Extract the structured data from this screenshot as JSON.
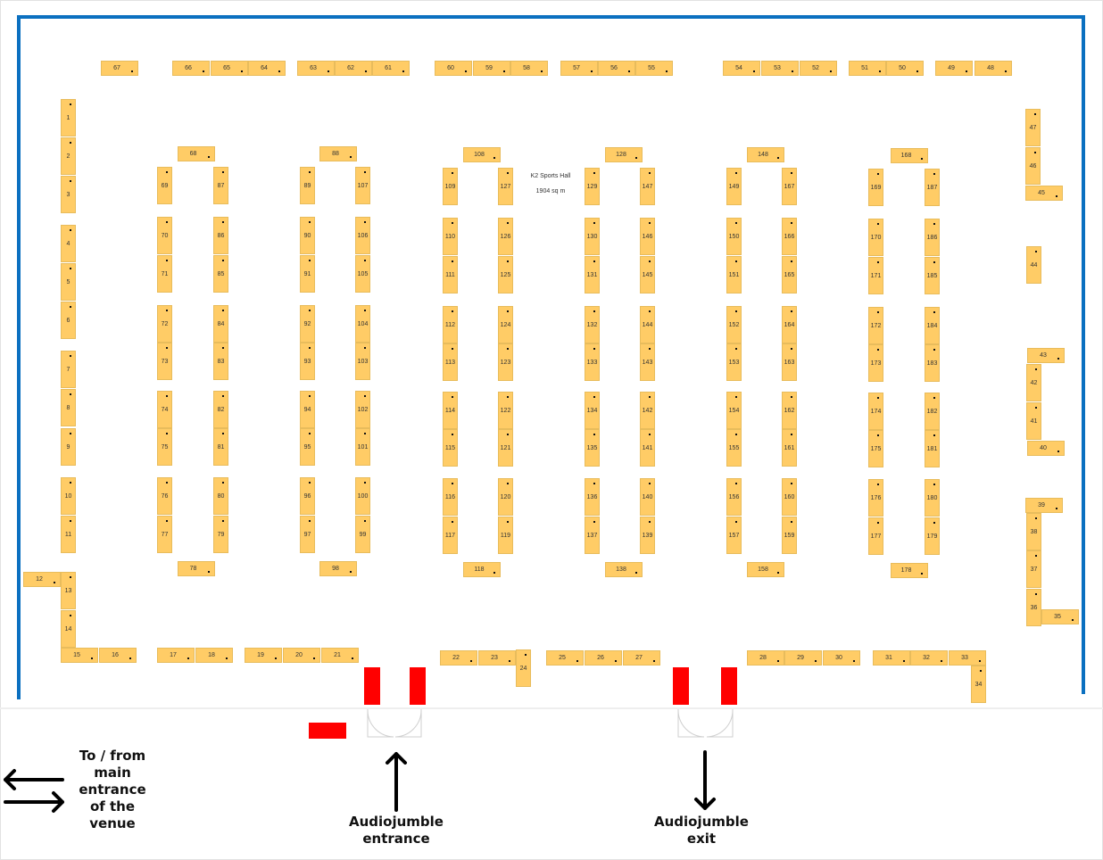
{
  "hall": {
    "name": "K2 Sports Hall",
    "area": "1904 sq m"
  },
  "booths": [
    "1",
    "2",
    "3",
    "4",
    "5",
    "6",
    "7",
    "8",
    "9",
    "10",
    "11",
    "12",
    "13",
    "14",
    "15",
    "16",
    "17",
    "18",
    "19",
    "20",
    "21",
    "22",
    "23",
    "24",
    "25",
    "26",
    "27",
    "28",
    "29",
    "30",
    "31",
    "32",
    "33",
    "34",
    "35",
    "36",
    "37",
    "38",
    "39",
    "40",
    "41",
    "42",
    "43",
    "44",
    "45",
    "46",
    "47",
    "48",
    "49",
    "50",
    "51",
    "52",
    "53",
    "54",
    "55",
    "56",
    "57",
    "58",
    "59",
    "60",
    "61",
    "62",
    "63",
    "64",
    "65",
    "66",
    "67",
    "68",
    "69",
    "70",
    "71",
    "72",
    "73",
    "74",
    "75",
    "76",
    "77",
    "78",
    "79",
    "80",
    "81",
    "82",
    "83",
    "84",
    "85",
    "86",
    "87",
    "88",
    "89",
    "90",
    "91",
    "92",
    "93",
    "94",
    "95",
    "96",
    "97",
    "98",
    "99",
    "100",
    "101",
    "102",
    "103",
    "104",
    "105",
    "106",
    "107",
    "108",
    "109",
    "110",
    "111",
    "112",
    "113",
    "114",
    "115",
    "116",
    "117",
    "118",
    "119",
    "120",
    "121",
    "122",
    "123",
    "124",
    "125",
    "126",
    "127",
    "128",
    "129",
    "130",
    "131",
    "132",
    "133",
    "134",
    "135",
    "136",
    "137",
    "138",
    "139",
    "140",
    "141",
    "142",
    "143",
    "144",
    "145",
    "146",
    "147",
    "148",
    "149",
    "150",
    "151",
    "152",
    "153",
    "154",
    "155",
    "156",
    "157",
    "158",
    "159",
    "160",
    "161",
    "162",
    "163",
    "164",
    "165",
    "166",
    "167",
    "168",
    "169",
    "170",
    "171",
    "172",
    "173",
    "174",
    "175",
    "176",
    "177",
    "178",
    "179",
    "180",
    "181",
    "182",
    "183",
    "184",
    "185",
    "186",
    "187"
  ],
  "labels": {
    "main_entrance": [
      "To / from",
      "main",
      "entrance",
      "of the",
      "venue"
    ],
    "entrance": [
      "Audiojumble",
      "entrance"
    ],
    "exit": [
      "Audiojumble",
      "exit"
    ]
  },
  "colors": {
    "booth": "#ffcc66",
    "wall": "#0b70c0",
    "marker": "#ff0000"
  }
}
